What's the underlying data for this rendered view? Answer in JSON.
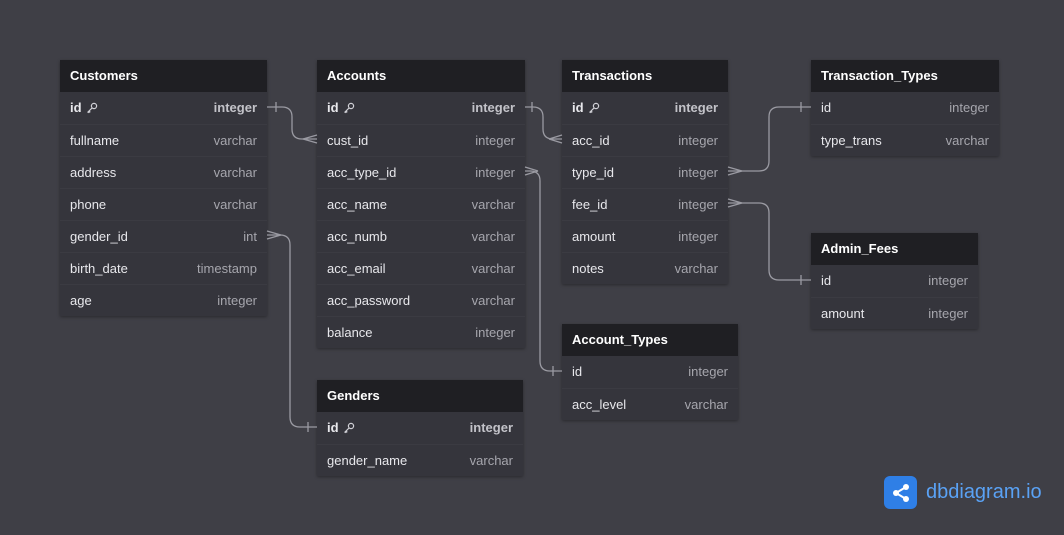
{
  "tables": [
    {
      "id": "customers",
      "name": "Customers",
      "fields": [
        {
          "name": "id",
          "type": "integer",
          "pk": true
        },
        {
          "name": "fullname",
          "type": "varchar"
        },
        {
          "name": "address",
          "type": "varchar"
        },
        {
          "name": "phone",
          "type": "varchar"
        },
        {
          "name": "gender_id",
          "type": "int"
        },
        {
          "name": "birth_date",
          "type": "timestamp"
        },
        {
          "name": "age",
          "type": "integer"
        }
      ]
    },
    {
      "id": "accounts",
      "name": "Accounts",
      "fields": [
        {
          "name": "id",
          "type": "integer",
          "pk": true
        },
        {
          "name": "cust_id",
          "type": "integer"
        },
        {
          "name": "acc_type_id",
          "type": "integer"
        },
        {
          "name": "acc_name",
          "type": "varchar"
        },
        {
          "name": "acc_numb",
          "type": "varchar"
        },
        {
          "name": "acc_email",
          "type": "varchar"
        },
        {
          "name": "acc_password",
          "type": "varchar"
        },
        {
          "name": "balance",
          "type": "integer"
        }
      ]
    },
    {
      "id": "transactions",
      "name": "Transactions",
      "fields": [
        {
          "name": "id",
          "type": "integer",
          "pk": true
        },
        {
          "name": "acc_id",
          "type": "integer"
        },
        {
          "name": "type_id",
          "type": "integer"
        },
        {
          "name": "fee_id",
          "type": "integer"
        },
        {
          "name": "amount",
          "type": "integer"
        },
        {
          "name": "notes",
          "type": "varchar"
        }
      ]
    },
    {
      "id": "transaction_types",
      "name": "Transaction_Types",
      "fields": [
        {
          "name": "id",
          "type": "integer"
        },
        {
          "name": "type_trans",
          "type": "varchar"
        }
      ]
    },
    {
      "id": "admin_fees",
      "name": "Admin_Fees",
      "fields": [
        {
          "name": "id",
          "type": "integer"
        },
        {
          "name": "amount",
          "type": "integer"
        }
      ]
    },
    {
      "id": "account_types",
      "name": "Account_Types",
      "fields": [
        {
          "name": "id",
          "type": "integer"
        },
        {
          "name": "acc_level",
          "type": "varchar"
        }
      ]
    },
    {
      "id": "genders",
      "name": "Genders",
      "fields": [
        {
          "name": "id",
          "type": "integer",
          "pk": true
        },
        {
          "name": "gender_name",
          "type": "varchar"
        }
      ]
    }
  ],
  "relations": [
    {
      "from": "customers.id",
      "to": "accounts.cust_id",
      "cardinality": "one-to-many"
    },
    {
      "from": "accounts.id",
      "to": "transactions.acc_id",
      "cardinality": "one-to-many"
    },
    {
      "from": "transaction_types.id",
      "to": "transactions.type_id",
      "cardinality": "one-to-many"
    },
    {
      "from": "admin_fees.id",
      "to": "transactions.fee_id",
      "cardinality": "one-to-many"
    },
    {
      "from": "account_types.id",
      "to": "accounts.acc_type_id",
      "cardinality": "one-to-many"
    },
    {
      "from": "genders.id",
      "to": "customers.gender_id",
      "cardinality": "one-to-many"
    }
  ],
  "brand": {
    "name_main": "dbdiagram",
    "name_suffix": ".io",
    "icon": "share-node-icon"
  },
  "colors": {
    "background": "#3f3f46",
    "header": "#1f1f23",
    "body": "#35353c",
    "line": "#9a9aa2",
    "brand": "#2f7fe6"
  }
}
